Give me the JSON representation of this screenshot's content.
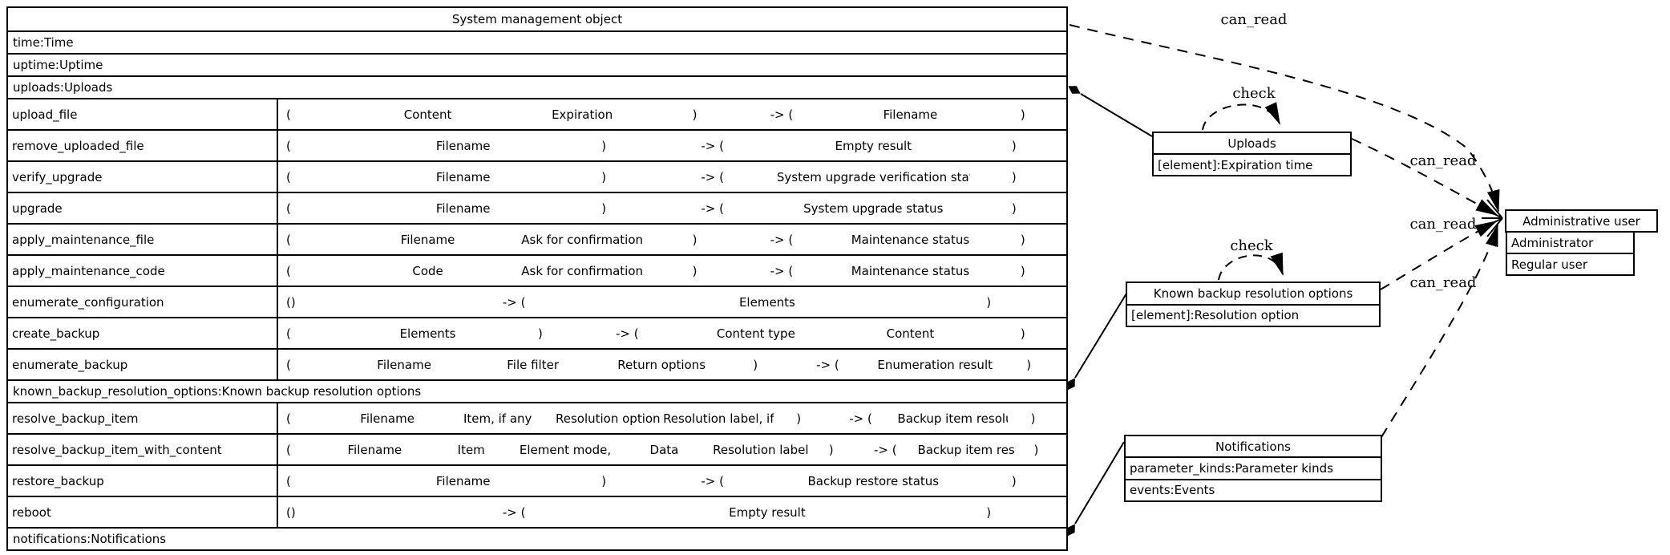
{
  "diagram": {
    "class_table": {
      "title": "System management object",
      "rows": [
        {
          "type": "attr",
          "text": "time:Time"
        },
        {
          "type": "attr",
          "text": "uptime:Uptime"
        },
        {
          "type": "attr",
          "text": "uploads:Uploads"
        },
        {
          "type": "method",
          "name": "upload_file",
          "tokens": [
            "(",
            "Content",
            "Expiration",
            ")",
            "-> (",
            "Filename",
            ")"
          ]
        },
        {
          "type": "method",
          "name": "remove_uploaded_file",
          "tokens": [
            "(",
            "Filename",
            ")",
            "-> (",
            "Empty result",
            ")"
          ]
        },
        {
          "type": "method",
          "name": "verify_upgrade",
          "tokens": [
            "(",
            "Filename",
            ")",
            "-> (",
            "System upgrade verification status",
            ")"
          ]
        },
        {
          "type": "method",
          "name": "upgrade",
          "tokens": [
            "(",
            "Filename",
            ")",
            "-> (",
            "System upgrade status",
            ")"
          ]
        },
        {
          "type": "method",
          "name": "apply_maintenance_file",
          "tokens": [
            "(",
            "Filename",
            "Ask for confirmation",
            ")",
            "-> (",
            "Maintenance status",
            ")"
          ]
        },
        {
          "type": "method",
          "name": "apply_maintenance_code",
          "tokens": [
            "(",
            "Code",
            "Ask for confirmation",
            ")",
            "-> (",
            "Maintenance status",
            ")"
          ]
        },
        {
          "type": "method",
          "name": "enumerate_configuration",
          "tokens": [
            "()",
            "-> (",
            "Elements",
            ")"
          ]
        },
        {
          "type": "method",
          "name": "create_backup",
          "tokens": [
            "(",
            "Elements",
            ")",
            "-> (",
            "Content type",
            "Content",
            ")"
          ]
        },
        {
          "type": "method",
          "name": "enumerate_backup",
          "tokens": [
            "(",
            "Filename",
            "File filter",
            "Return options",
            ")",
            "-> (",
            "Enumeration result",
            ")"
          ]
        },
        {
          "type": "attr",
          "text": "known_backup_resolution_options:Known backup resolution options"
        },
        {
          "type": "method",
          "name": "resolve_backup_item",
          "tokens": [
            "(",
            "Filename",
            "Item, if any",
            "Resolution option",
            "Resolution label, if any",
            ")",
            "-> (",
            "Backup item resolution status",
            ")"
          ]
        },
        {
          "type": "method",
          "name": "resolve_backup_item_with_content",
          "tokens": [
            "(",
            "Filename",
            "Item",
            "Element mode, if any",
            "Data",
            "Resolution label",
            ")",
            "-> (",
            "Backup item resolution status",
            ")"
          ]
        },
        {
          "type": "method",
          "name": "restore_backup",
          "tokens": [
            "(",
            "Filename",
            ")",
            "-> (",
            "Backup restore status",
            ")"
          ]
        },
        {
          "type": "method",
          "name": "reboot",
          "tokens": [
            "()",
            "-> (",
            "Empty result",
            ")"
          ]
        },
        {
          "type": "attr",
          "text": "notifications:Notifications"
        }
      ]
    },
    "nodes": {
      "uploads": {
        "title": "Uploads",
        "row1": "[element]:Expiration time"
      },
      "known_backup": {
        "title": "Known backup resolution options",
        "row1": "[element]:Resolution option"
      },
      "notifications": {
        "title": "Notifications",
        "row1": "parameter_kinds:Parameter kinds",
        "row2": "events:Events"
      },
      "admin": {
        "title": "Administrative user",
        "row1": "Administrator",
        "row2": "Regular user"
      }
    },
    "edge_labels": {
      "can_read_table": "can_read",
      "can_read_uploads": "can_read",
      "can_read_known": "can_read",
      "can_read_notifications": "can_read",
      "check_uploads": "check",
      "check_known": "check"
    },
    "colors": {
      "line": "#000000",
      "background": "#ffffff"
    }
  }
}
